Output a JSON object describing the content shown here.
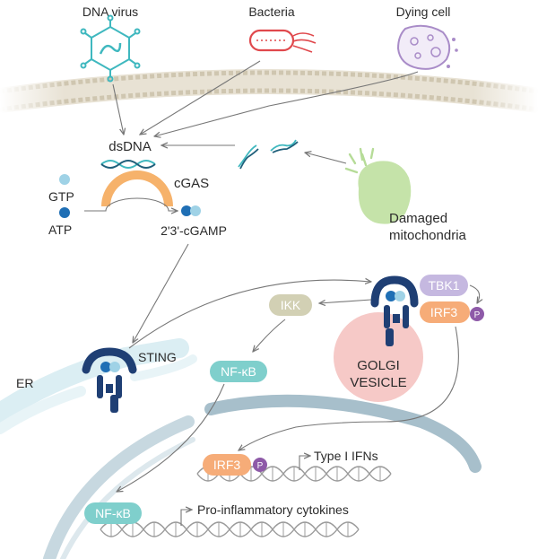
{
  "sources": {
    "dna_virus": "DNA virus",
    "bacteria": "Bacteria",
    "dying_cell": "Dying cell"
  },
  "cytosol": {
    "dsdna": "dsDNA",
    "cgas": "cGAS",
    "gtp": "GTP",
    "atp": "ATP",
    "cgamp": "2'3'-cGAMP",
    "mito_line1": "Damaged",
    "mito_line2": "mitochondria"
  },
  "er": {
    "label": "ER",
    "sting": "STING"
  },
  "signaling": {
    "ikk": "IKK",
    "tbk1": "TBK1",
    "irf3": "IRF3",
    "nfkb": "NF-κB",
    "phospho": "P",
    "golgi_line1": "GOLGI",
    "golgi_line2": "VESICLE"
  },
  "nucleus": {
    "irf3": "IRF3",
    "phospho": "P",
    "type1_ifns": "Type I IFNs",
    "nfkb": "NF-κB",
    "cytokines": "Pro-inflammatory cytokines"
  },
  "colors": {
    "teal": "#3fb8bf",
    "red": "#e0484c",
    "purple": "#a98cc8",
    "green": "#bfe0a3",
    "cgas_orange": "#f6b26b",
    "navy": "#1f3f74",
    "ikk_olive": "#d2d0b4",
    "nfkb_teal": "#7fcfcc",
    "tbk1_lav": "#c5b8e0",
    "irf3_orange": "#f6ac78",
    "golgi_pink": "#f6c9c7",
    "phospho_purple": "#8e5aa8",
    "membrane": "#d9d3c4",
    "nucleus_blue": "#9fb9c6"
  }
}
